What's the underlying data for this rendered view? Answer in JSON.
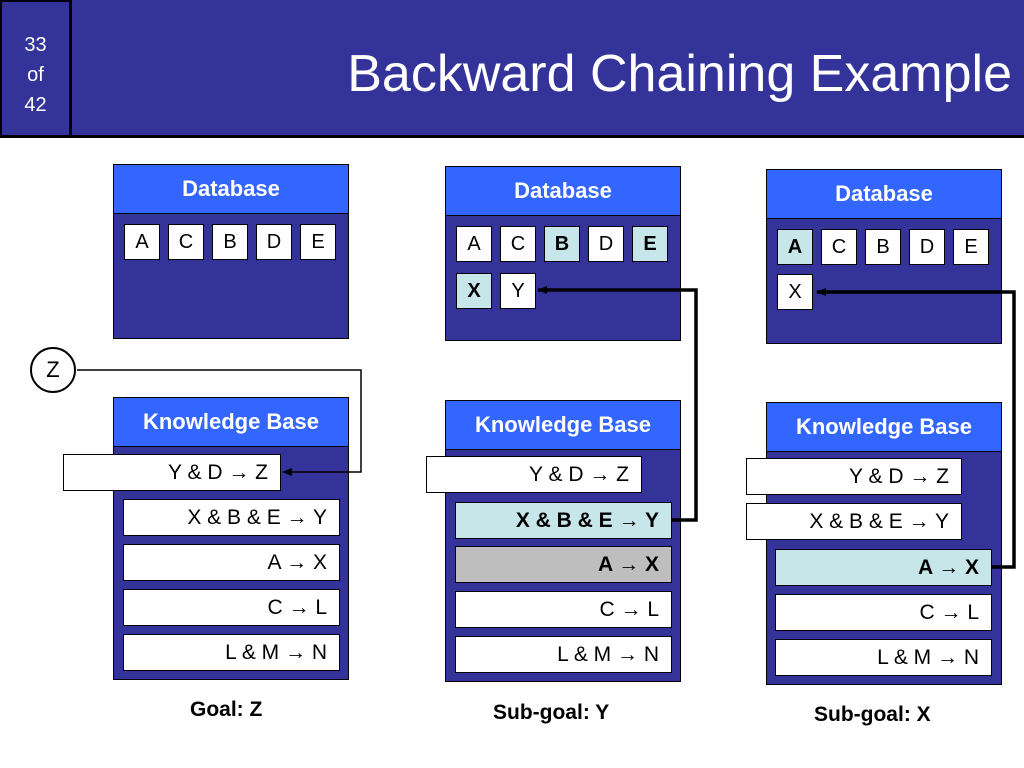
{
  "slide": {
    "num": "33",
    "of": "of",
    "total": "42"
  },
  "title": "Backward Chaining Example",
  "goal_node": "Z",
  "panels": [
    {
      "database_label": "Database",
      "facts": [
        {
          "label": "A",
          "highlight": false
        },
        {
          "label": "C",
          "highlight": false
        },
        {
          "label": "B",
          "highlight": false
        },
        {
          "label": "D",
          "highlight": false
        },
        {
          "label": "E",
          "highlight": false
        }
      ],
      "kb_label": "Knowledge Base",
      "rules": [
        {
          "text": "Y & D → Z",
          "state": "normal"
        },
        {
          "text": "X & B & E → Y",
          "state": "normal"
        },
        {
          "text": "A → X",
          "state": "normal"
        },
        {
          "text": "C → L",
          "state": "normal"
        },
        {
          "text": "L & M → N",
          "state": "normal"
        }
      ],
      "caption": "Goal: Z"
    },
    {
      "database_label": "Database",
      "facts": [
        {
          "label": "A",
          "highlight": false
        },
        {
          "label": "C",
          "highlight": false
        },
        {
          "label": "B",
          "highlight": true
        },
        {
          "label": "D",
          "highlight": false
        },
        {
          "label": "E",
          "highlight": true
        },
        {
          "label": "X",
          "highlight": true
        },
        {
          "label": "Y",
          "highlight": false
        }
      ],
      "kb_label": "Knowledge Base",
      "rules": [
        {
          "text": "Y & D → Z",
          "state": "normal"
        },
        {
          "text": "X & B & E → Y",
          "state": "active"
        },
        {
          "text": "A → X",
          "state": "pending"
        },
        {
          "text": "C → L",
          "state": "normal"
        },
        {
          "text": "L & M → N",
          "state": "normal"
        }
      ],
      "caption": "Sub-goal: Y"
    },
    {
      "database_label": "Database",
      "facts": [
        {
          "label": "A",
          "highlight": true
        },
        {
          "label": "C",
          "highlight": false
        },
        {
          "label": "B",
          "highlight": false
        },
        {
          "label": "D",
          "highlight": false
        },
        {
          "label": "E",
          "highlight": false
        },
        {
          "label": "X",
          "highlight": false
        }
      ],
      "kb_label": "Knowledge Base",
      "rules": [
        {
          "text": "Y & D → Z",
          "state": "normal"
        },
        {
          "text": "X & B & E → Y",
          "state": "normal"
        },
        {
          "text": "A → X",
          "state": "active"
        },
        {
          "text": "C → L",
          "state": "normal"
        },
        {
          "text": "L & M → N",
          "state": "normal"
        }
      ],
      "caption": "Sub-goal: X"
    }
  ],
  "colors": {
    "header_bg": "#333399",
    "panel_head": "#3366ff",
    "highlight": "#c7e6ea",
    "pending": "#bebebe"
  }
}
